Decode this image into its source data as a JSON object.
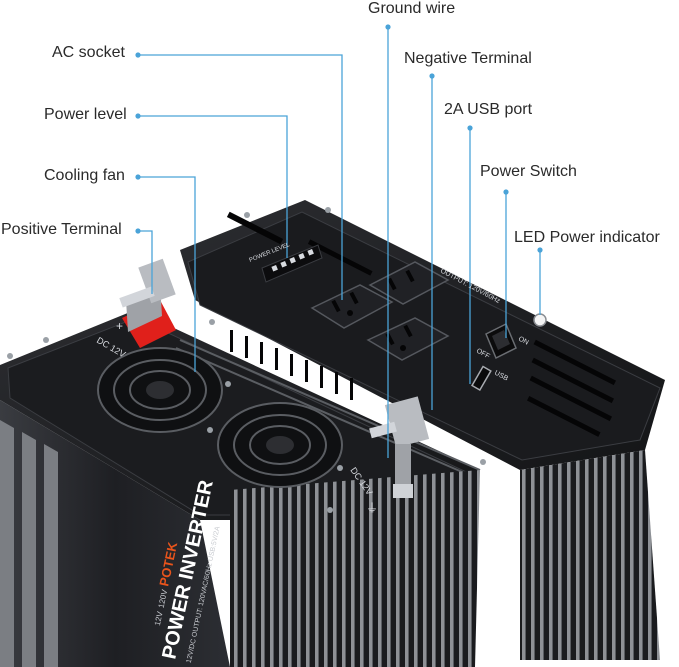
{
  "callouts": {
    "ac_socket": "AC socket",
    "power_level": "Power level",
    "cooling_fan": "Cooling fan",
    "positive_terminal": "Positive Terminal",
    "ground_wire": "Ground wire",
    "negative_terminal": "Negative Terminal",
    "usb_port": "2A USB port",
    "power_switch": "Power Switch",
    "led_indicator": "LED Power indicator"
  },
  "device": {
    "brand": "POTEK",
    "product": "POWER INVERTER",
    "spec_line": "12V/DC OUTPUT: 120VAC/60Hz USB:5V/2A",
    "badge_a": "12V",
    "badge_b": "120V",
    "dc_label": "DC 12V",
    "dc_label_2": "DC 12V",
    "power_level_text": "POWER LEVEL",
    "output_text": "OUTPUT: 120V/60Hz",
    "usb_text": "USB",
    "on_text": "ON",
    "off_text": "OFF",
    "plus_sign": "+",
    "ground_symbol": "⏚"
  },
  "colors": {
    "callout_line": "#4aa3d8",
    "callout_dot": "#4aa3d8",
    "body_dark": "#1f1f22",
    "body_mid": "#34363a",
    "fin_light": "#8a8d92",
    "terminal_red": "#e0201b",
    "brand_orange": "#e8541c"
  }
}
